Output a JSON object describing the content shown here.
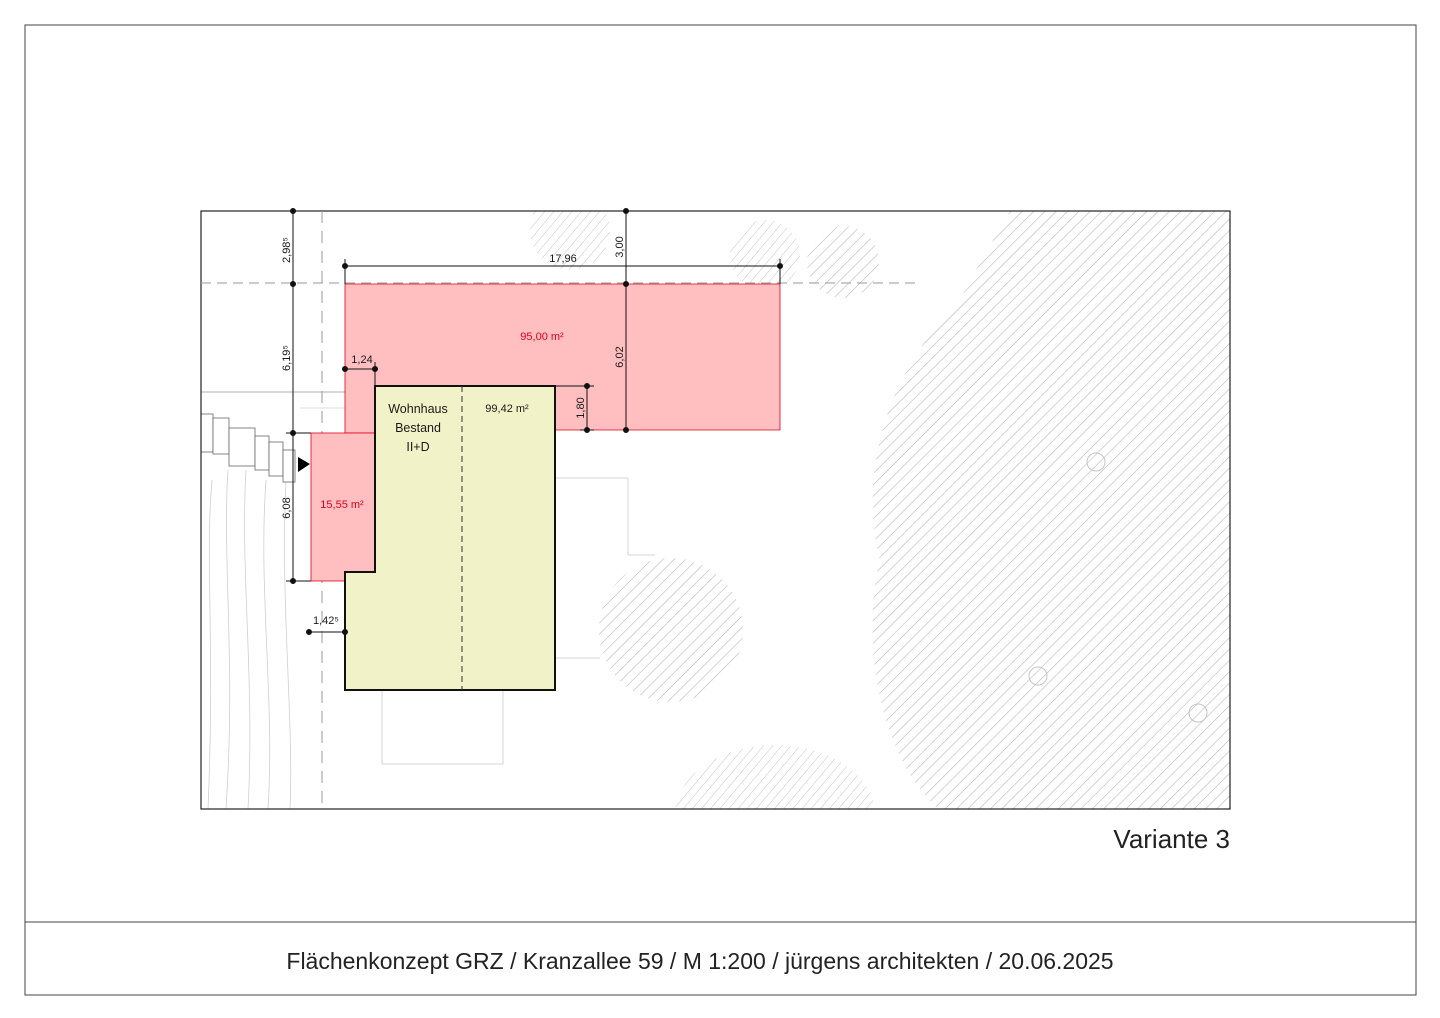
{
  "plan": {
    "variant_label": "Variante 3",
    "footer": "Flächenkonzept GRZ / Kranzallee 59 / M 1:200 / jürgens architekten / 20.06.2025",
    "areas": {
      "extension_main": "95,00 m²",
      "extension_side": "15,55 m²",
      "existing_house": "99,42 m²"
    },
    "existing_house": {
      "name": "Wohnhaus",
      "status": "Bestand",
      "storeys": "II+D"
    },
    "dimensions": {
      "top_offset_left": "2,98⁵",
      "top_offset_right": "3,00",
      "length": "17,96",
      "depth_left": "6,19⁵",
      "step": "1,24",
      "depth_right": "6,02",
      "projection": "1,80",
      "side_depth": "6,08",
      "setback": "1,42⁵"
    },
    "colors": {
      "extension_fill": "#ffbfc0",
      "extension_stroke": "#e0001a",
      "house_fill": "#f2f2c8",
      "hatch": "#b5b5b5"
    }
  }
}
